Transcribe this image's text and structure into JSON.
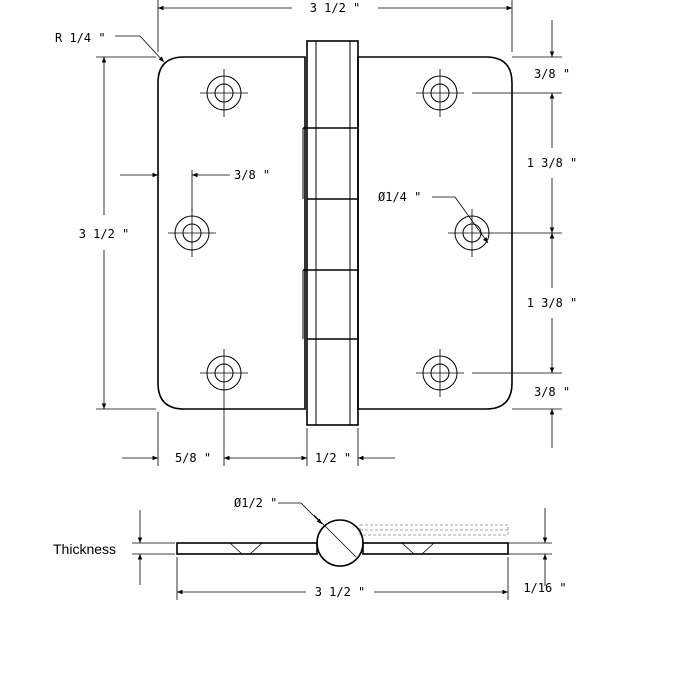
{
  "top_view": {
    "overall_width": "3 1/2 \"",
    "corner_radius": "R 1/4 \"",
    "overall_height": "3 1/2 \"",
    "hole_inset": "3/8 \"",
    "edge_top": "3/8 \"",
    "spacing_upper": "1 3/8 \"",
    "hole_diameter": "Ø1/4 \"",
    "spacing_lower": "1 3/8 \"",
    "edge_bottom": "3/8 \"",
    "hole_offset": "5/8 \"",
    "knuckle_width": "1/2 \""
  },
  "side_view": {
    "pin_diameter": "Ø1/2 \"",
    "thickness_label": "Thickness",
    "overall_width": "3 1/2 \"",
    "thickness_value": "1/16 \""
  },
  "colors": {
    "line": "#000000",
    "ghost": "#8a8a8a"
  }
}
